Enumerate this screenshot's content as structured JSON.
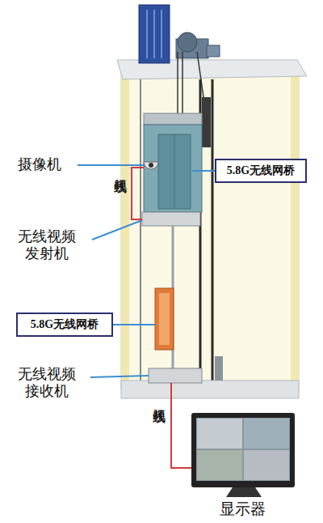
{
  "diagram": {
    "nodes": [
      {
        "text": [
          "5.8G无线网桥"
        ]
      },
      {
        "text": [
          "5.8G无线网桥"
        ]
      }
    ],
    "labels": [
      "摄像机",
      "视频线",
      "无线视频 发射机",
      "无线视频 接收机",
      "视频线",
      "显示器"
    ]
  }
}
